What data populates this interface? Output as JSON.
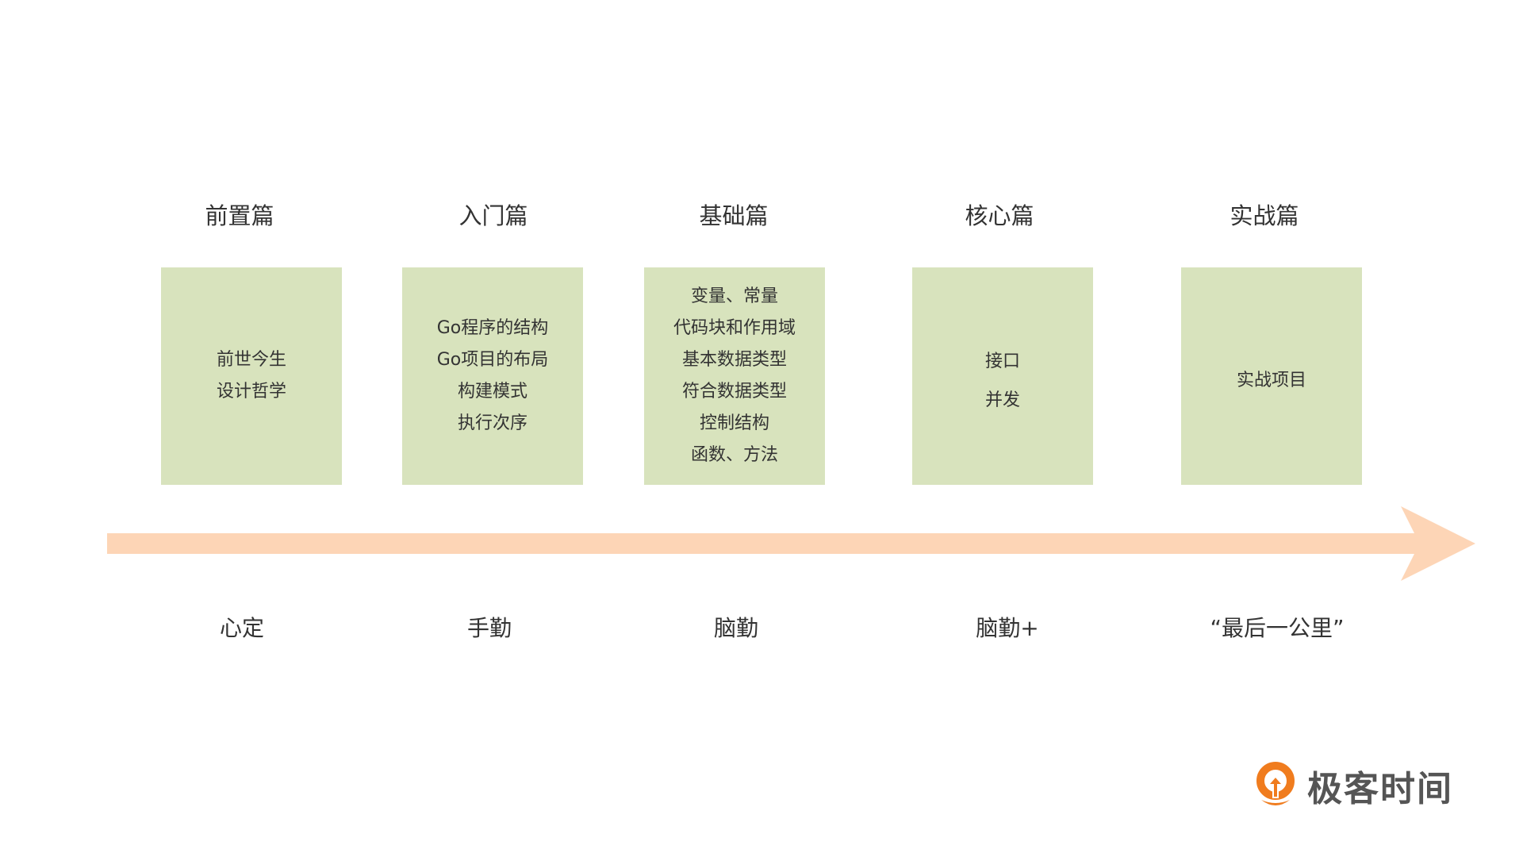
{
  "colors": {
    "box": "#d8e3bd",
    "arrow": "#fdd5b6",
    "text": "#333333",
    "logo_orange": "#f07c1e",
    "logo_text": "#555555"
  },
  "stages": [
    {
      "title": "前置篇",
      "items": [
        "前世今生",
        "设计哲学"
      ],
      "mindset": "心定"
    },
    {
      "title": "入门篇",
      "items": [
        "Go程序的结构",
        "Go项目的布局",
        "构建模式",
        "执行次序"
      ],
      "mindset": "手勤"
    },
    {
      "title": "基础篇",
      "items": [
        "变量、常量",
        "代码块和作用域",
        "基本数据类型",
        "符合数据类型",
        "控制结构",
        "函数、方法"
      ],
      "mindset": "脑勤"
    },
    {
      "title": "核心篇",
      "items": [
        "接口",
        "并发"
      ],
      "mindset": "脑勤+"
    },
    {
      "title": "实战篇",
      "items": [
        "实战项目"
      ],
      "mindset": "“最后一公里”"
    }
  ],
  "logo": {
    "icon": "geektime-logo-icon",
    "text": "极客时间"
  }
}
